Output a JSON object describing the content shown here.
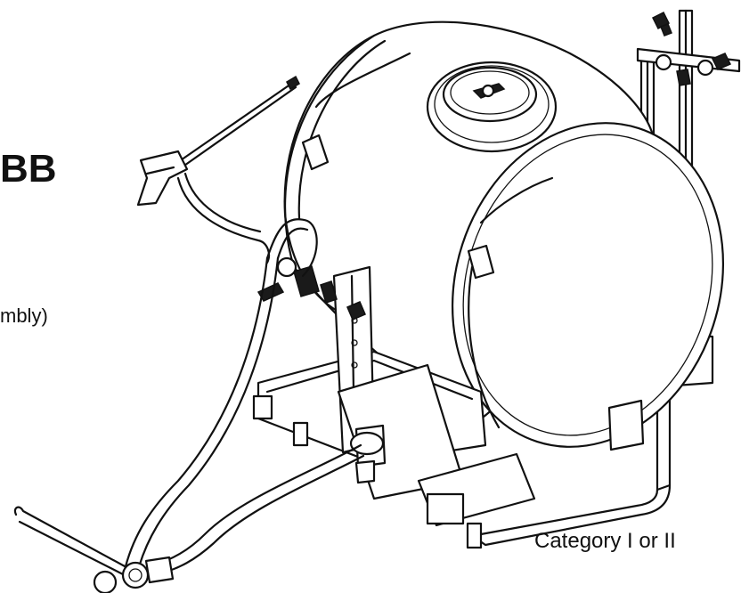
{
  "labels": {
    "model_fragment": "BB",
    "assembly_fragment": "mbly)",
    "hitch_category": "Category I or II"
  },
  "colors": {
    "ink": "#111111",
    "background": "#ffffff"
  },
  "icons": {
    "sprayer": "sprayer-illustration",
    "spray-gun": "spray-gun-icon",
    "tank-lid": "tank-lid-icon"
  }
}
